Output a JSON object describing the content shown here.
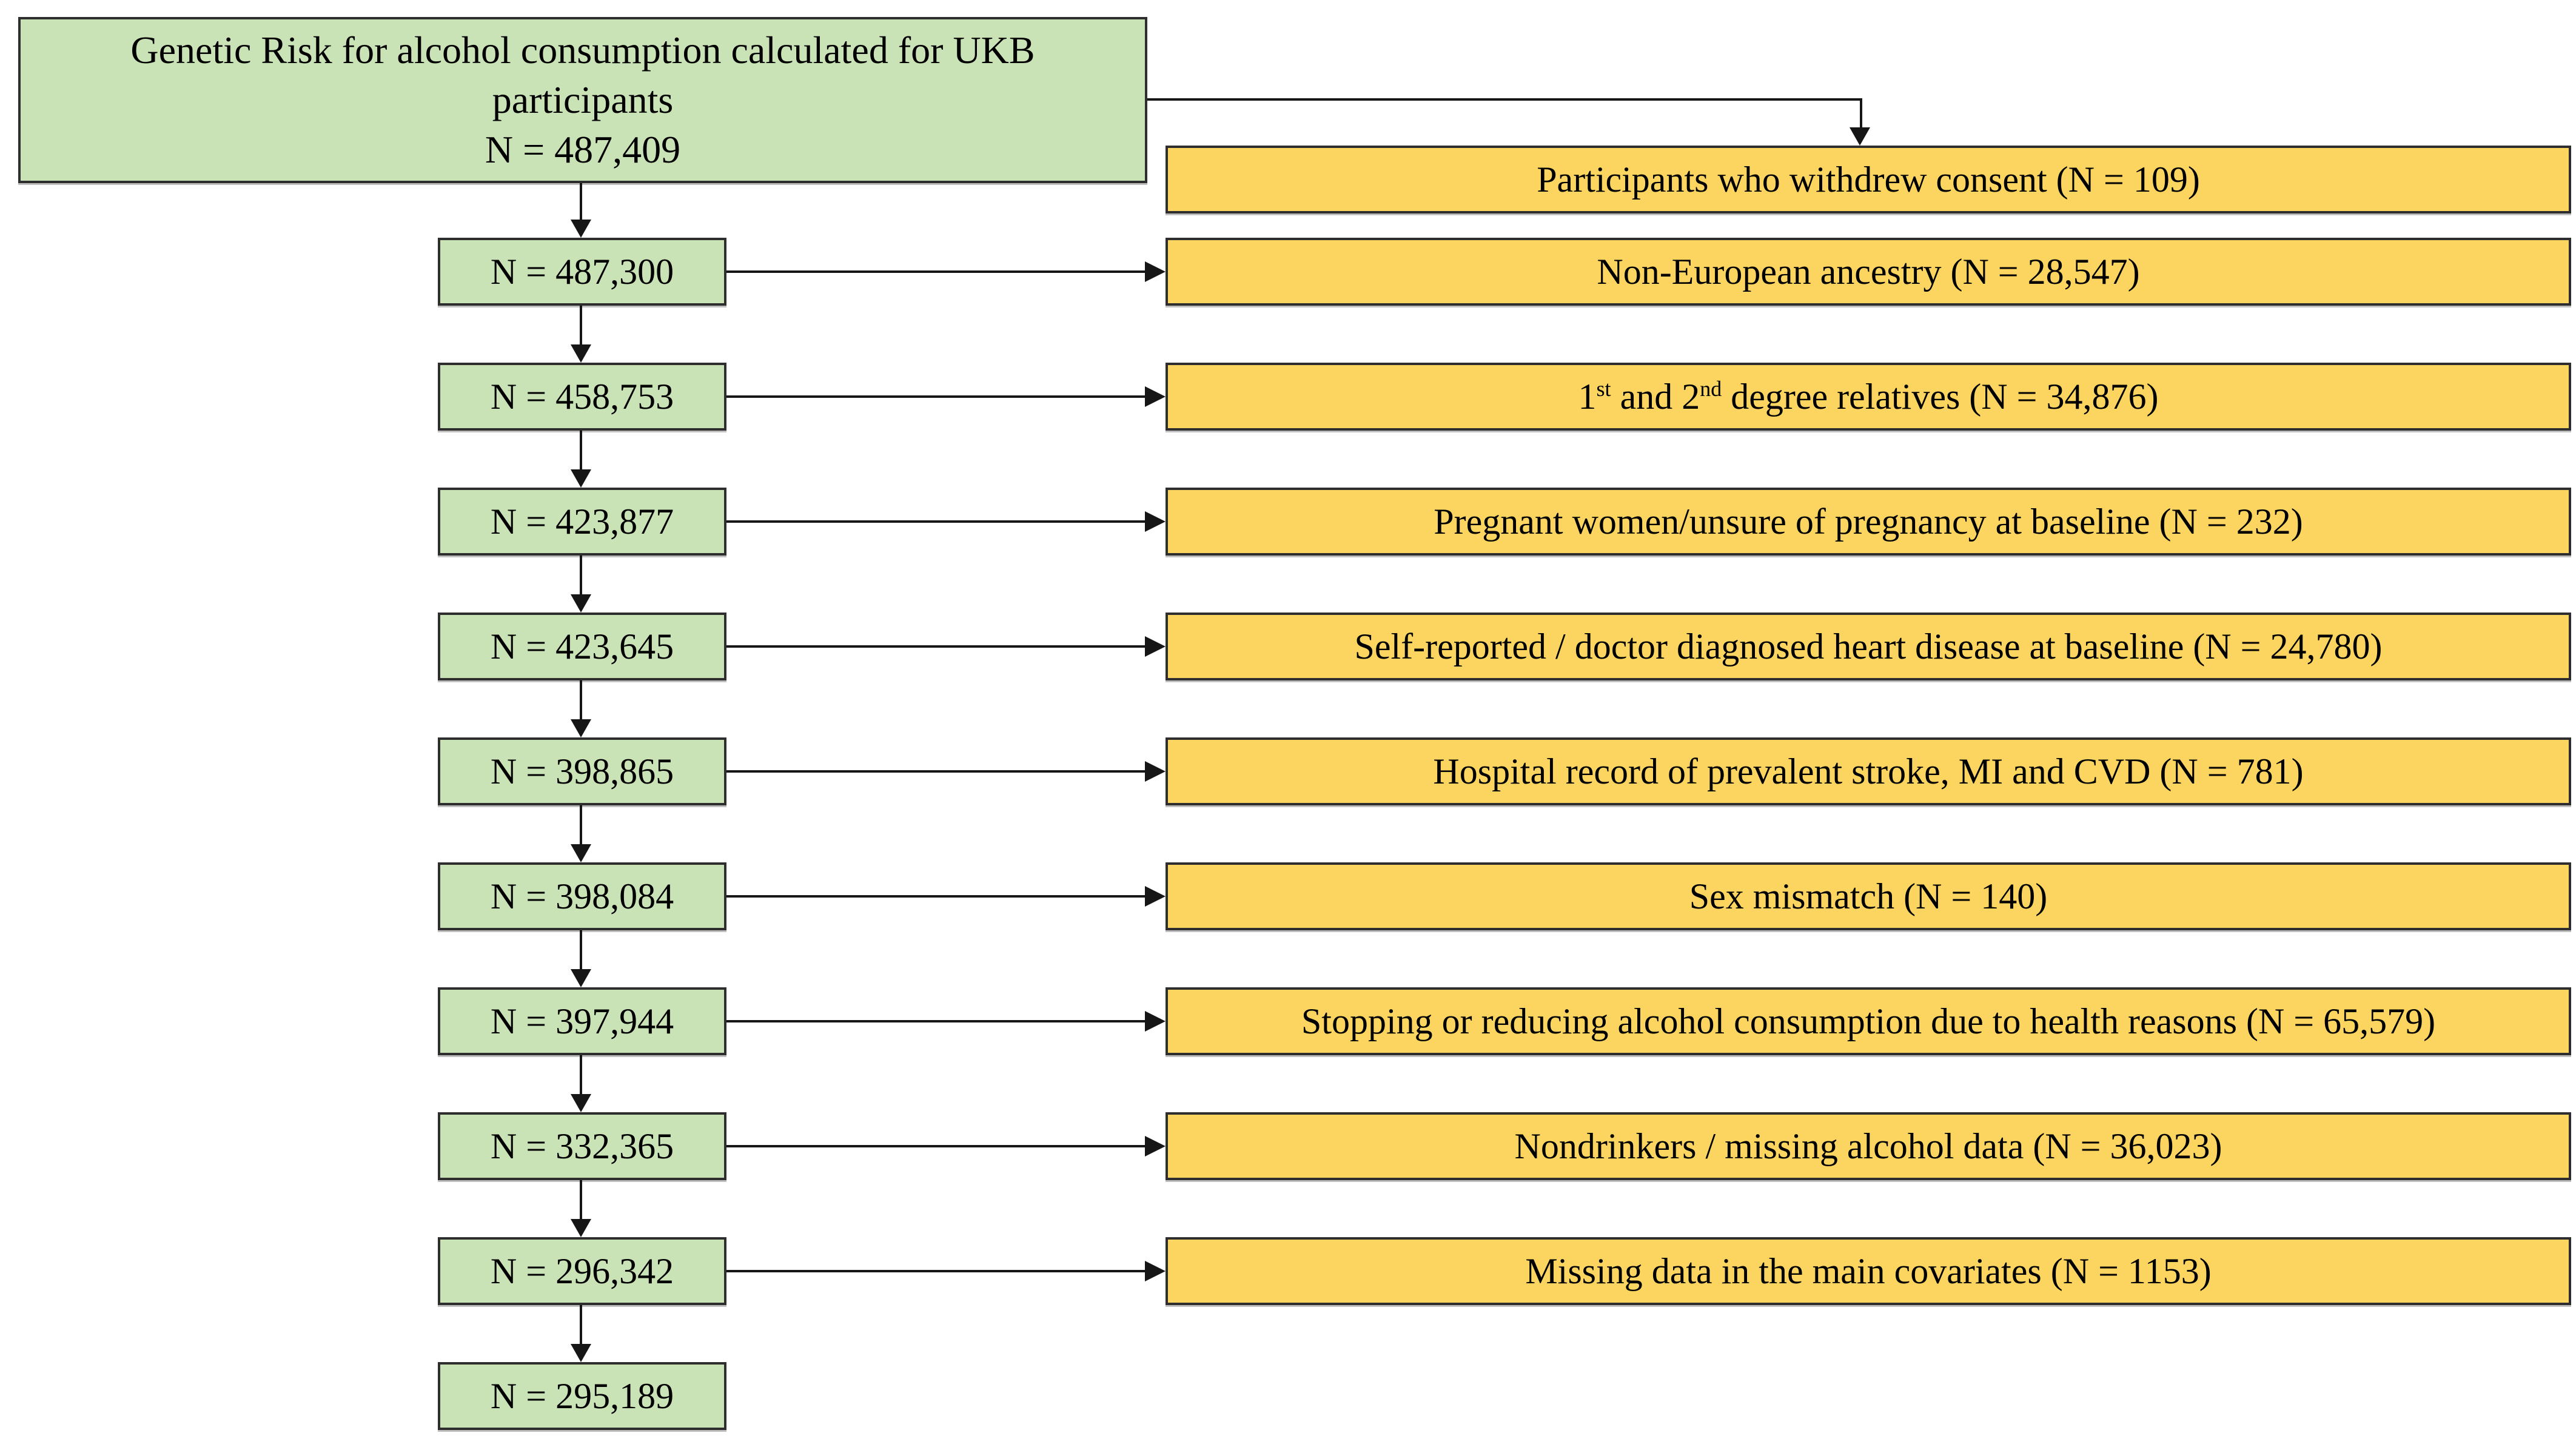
{
  "colors": {
    "cohort_fill": "#c9e2b6",
    "exclusion_fill": "#fbd55f",
    "box_border": "#2e2e2e",
    "arrow": "#161616",
    "background": "#ffffff",
    "text": "#000000"
  },
  "root": {
    "lines": [
      "Genetic Risk for alcohol consumption calculated for UKB",
      "participants",
      "N = 487,409"
    ]
  },
  "cohort_steps": [
    "N = 487,300",
    "N = 458,753",
    "N = 423,877",
    "N = 423,645",
    "N = 398,865",
    "N = 398,084",
    "N = 397,944",
    "N = 332,365",
    "N = 296,342",
    "N = 295,189"
  ],
  "exclusions": [
    {
      "label": "Participants who withdrew consent (N = 109)"
    },
    {
      "label": "Non-European ancestry (N = 28,547)"
    },
    {
      "parts": {
        "p0": "1",
        "sup0": "st",
        "p1": " and 2",
        "sup1": "nd",
        "p2": " degree relatives (N = 34,876)"
      }
    },
    {
      "label": "Pregnant women/unsure of pregnancy at baseline (N = 232)"
    },
    {
      "label": "Self-reported / doctor diagnosed heart disease at baseline (N = 24,780)"
    },
    {
      "label": "Hospital record of prevalent stroke, MI and CVD (N = 781)"
    },
    {
      "label": "Sex mismatch (N = 140)"
    },
    {
      "label": "Stopping or reducing alcohol consumption due to health reasons (N = 65,579)"
    },
    {
      "label": "Nondrinkers / missing alcohol data (N = 36,023)"
    },
    {
      "label": "Missing data in the main covariates (N = 1153)"
    }
  ]
}
